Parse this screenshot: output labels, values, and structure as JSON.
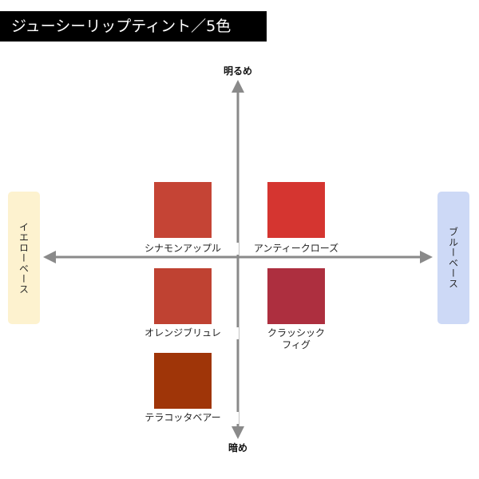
{
  "title": "ジューシーリップティント／5色",
  "axis": {
    "top": "明るめ",
    "bottom": "暗め",
    "left": "イエローベース",
    "right": "ブルーベース"
  },
  "colors": {
    "axis": "#8a8a8a",
    "yellow_base_bg": "#fdf2cf",
    "blue_base_bg": "#cdd9f6",
    "title_bg": "#000000"
  },
  "swatches": [
    {
      "name": "シナモンアップル",
      "line2": "",
      "color": "#c54435"
    },
    {
      "name": "アンティークローズ",
      "line2": "",
      "color": "#d53530"
    },
    {
      "name": "オレンジブリュレ",
      "line2": "",
      "color": "#bf4232"
    },
    {
      "name": "クラッシック",
      "line2": "フィグ",
      "color": "#ad2f3f"
    },
    {
      "name": "テラコッタベアー",
      "line2": "",
      "color": "#9f3508"
    }
  ]
}
